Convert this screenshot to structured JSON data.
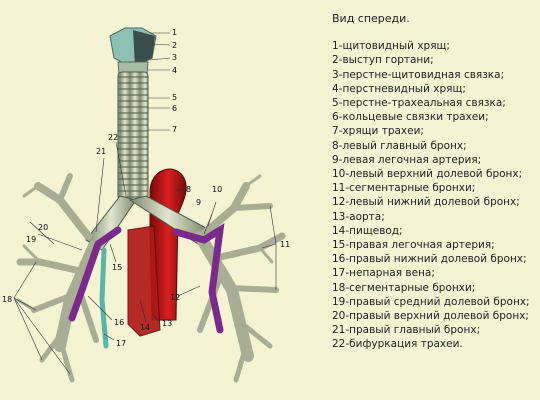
{
  "legend": {
    "title": "Вид спереди.",
    "items": [
      "1-щитовидный хрящ;",
      "2-выступ гортани;",
      "3-перстне-щитовидная связка;",
      "4-перстневидный хрящ;",
      "5-перстне-трахеальная связка;",
      "6-кольцевые связки трахеи;",
      "7-хрящи трахеи;",
      "8-левый главный бронх;",
      "9-левая легочная артерия;",
      "10-левый верхний долевой бронх;",
      "11-сегментарные бронхи;",
      "12-левый нижний долевой бронх;",
      "13-аорта;",
      "14-пищевод;",
      "15-правая легочная артерия;",
      "16-правый нижний долевой бронх;",
      "17-непарная вена;",
      "18-сегментарные бронхи;",
      "19-правый средний долевой бронх;",
      "20-правый верхний долевой бронх;",
      "21-правый главный бронх;",
      "22-бифуркация трахеи."
    ]
  },
  "figure": {
    "labels": [
      "1",
      "2",
      "3",
      "4",
      "5",
      "6",
      "7",
      "8",
      "9",
      "10",
      "11",
      "12",
      "13",
      "14",
      "15",
      "16",
      "17",
      "18",
      "19",
      "20",
      "21",
      "22"
    ]
  }
}
